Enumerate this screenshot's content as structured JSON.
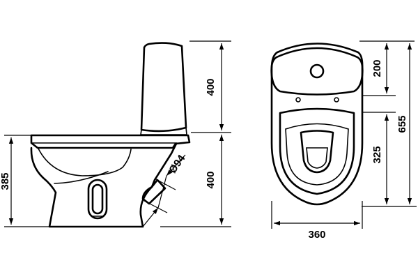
{
  "dimensions": {
    "side_height": "385",
    "tank_height": "400",
    "bowl_height": "400",
    "outlet_diameter": "Ø94",
    "tank_depth": "200",
    "seat_length": "325",
    "total_length": "655",
    "width": "360"
  },
  "colors": {
    "line": "#000000",
    "background": "#ffffff"
  }
}
